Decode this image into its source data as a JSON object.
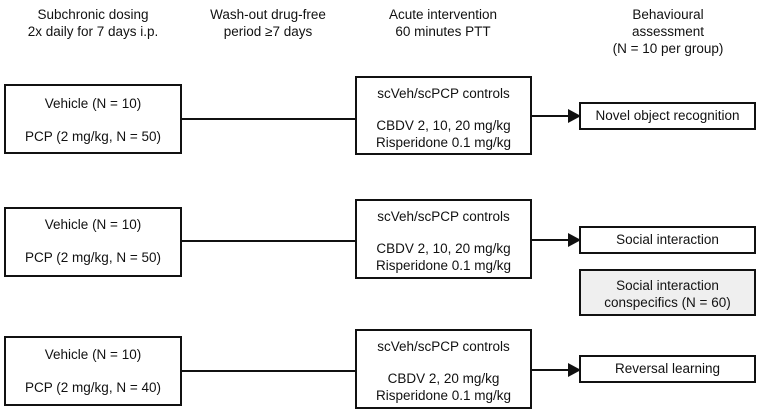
{
  "headers": {
    "col1": [
      "Subchronic dosing",
      "2x daily for 7 days i.p."
    ],
    "col2": [
      "Wash-out drug-free",
      "period ≥7 days"
    ],
    "col3": [
      "Acute intervention",
      "60 minutes PTT"
    ],
    "col4": [
      "Behavioural",
      "assessment",
      "(N = 10 per group)"
    ]
  },
  "rows": [
    {
      "dosing": [
        "Vehicle (N = 10)",
        "PCP (2 mg/kg, N = 50)"
      ],
      "intervention": [
        "scVeh/scPCP controls",
        "CBDV 2, 10, 20 mg/kg",
        "Risperidone 0.1 mg/kg"
      ],
      "assessment": "Novel object recognition"
    },
    {
      "dosing": [
        "Vehicle (N = 10)",
        "PCP (2 mg/kg, N = 50)"
      ],
      "intervention": [
        "scVeh/scPCP controls",
        "CBDV 2, 10, 20 mg/kg",
        "Risperidone 0.1 mg/kg"
      ],
      "assessment": "Social interaction",
      "extra": [
        "Social interaction",
        "conspecifics (N = 60)"
      ]
    },
    {
      "dosing": [
        "Vehicle (N = 10)",
        "PCP (2 mg/kg, N = 40)"
      ],
      "intervention": [
        "scVeh/scPCP controls",
        "CBDV 2, 20 mg/kg",
        "Risperidone 0.1 mg/kg"
      ],
      "assessment": "Reversal learning"
    }
  ]
}
